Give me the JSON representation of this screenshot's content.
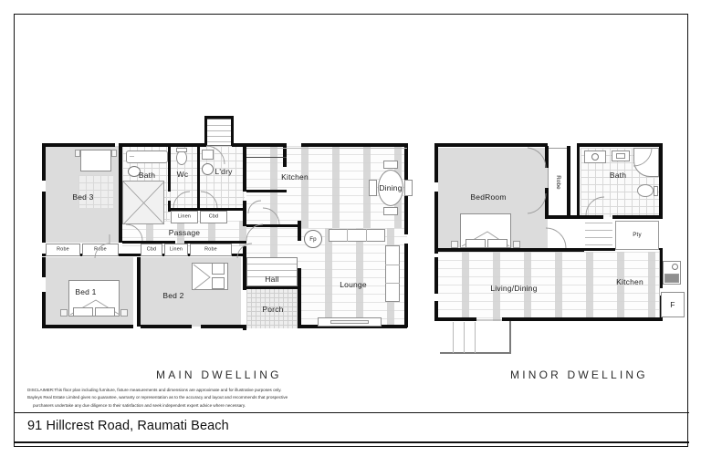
{
  "document": {
    "address": "91 Hillcrest Road, Raumati Beach",
    "disclaimer_lines": [
      "DISCLAIMER:This floor plan including furniture, fixture measurements and dimensions are approximate and for illustrative purposes only.",
      "Bayleys Real Estate Limited gives no guarantee, warranty or representation as to the accuracy and layout and recommends that prospective",
      "purchasers undertake any due diligence to their satisfaction and seek independent expert advice where necessary."
    ]
  },
  "plans": [
    {
      "id": "main-dwelling",
      "caption": "MAIN DWELLING",
      "rooms": [
        {
          "key": "bed3",
          "label": "Bed 3",
          "type": "carpet"
        },
        {
          "key": "bed1",
          "label": "Bed 1",
          "type": "carpet"
        },
        {
          "key": "bed2",
          "label": "Bed 2",
          "type": "carpet"
        },
        {
          "key": "bath",
          "label": "Bath",
          "type": "tiled"
        },
        {
          "key": "wc",
          "label": "Wc",
          "type": "tiled"
        },
        {
          "key": "ldry",
          "label": "L'dry",
          "type": "tiled"
        },
        {
          "key": "kitchen",
          "label": "Kitchen",
          "type": "timber"
        },
        {
          "key": "dining",
          "label": "Dining",
          "type": "timber"
        },
        {
          "key": "passage",
          "label": "Passage",
          "type": "timber"
        },
        {
          "key": "hall",
          "label": "Hall",
          "type": "timber"
        },
        {
          "key": "lounge",
          "label": "Lounge",
          "type": "timber"
        },
        {
          "key": "porch",
          "label": "Porch",
          "type": "paving"
        }
      ],
      "storage": [
        {
          "key": "robe-bed3-a",
          "label": "Robe"
        },
        {
          "key": "robe-bed3-b",
          "label": "Robe"
        },
        {
          "key": "cbd-hall",
          "label": "Cbd"
        },
        {
          "key": "linen-hall",
          "label": "Linen"
        },
        {
          "key": "robe-bed2",
          "label": "Robe"
        },
        {
          "key": "linen-ldry",
          "label": "Linen"
        },
        {
          "key": "cbd-ldry",
          "label": "Cbd"
        }
      ],
      "fixtures": [
        {
          "key": "fireplace",
          "label": "Fp"
        }
      ]
    },
    {
      "id": "minor-dwelling",
      "caption": "MINOR DWELLING",
      "rooms": [
        {
          "key": "bedroom",
          "label": "BedRoom",
          "type": "carpet"
        },
        {
          "key": "bath-minor",
          "label": "Bath",
          "type": "tiled"
        },
        {
          "key": "living-dining",
          "label": "Living/Dining",
          "type": "timber"
        },
        {
          "key": "kitchen-minor",
          "label": "Kitchen",
          "type": "timber"
        }
      ],
      "storage": [
        {
          "key": "robe-minor",
          "label": "Robe"
        },
        {
          "key": "pty-minor",
          "label": "Pty"
        }
      ],
      "fixtures": [
        {
          "key": "fridge",
          "label": "F"
        }
      ]
    }
  ],
  "colors": {
    "wall": "#0d0d0d",
    "carpet": "#dcdcdc",
    "paper": "#ffffff",
    "text": "#1d1d1d",
    "rule": "#111111"
  }
}
